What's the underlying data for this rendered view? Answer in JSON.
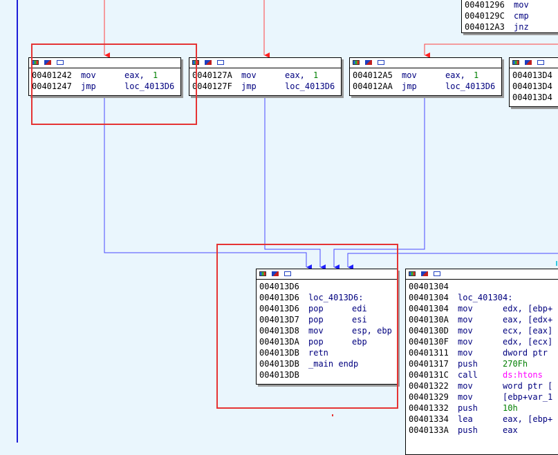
{
  "blocks": {
    "top_right": {
      "rows": [
        {
          "addr": "00401296",
          "mnem": "mov",
          "ops": ""
        },
        {
          "addr": "0040129C",
          "mnem": "cmp",
          "ops": ""
        },
        {
          "addr": "004012A3",
          "mnem": "jnz",
          "ops": ""
        }
      ]
    },
    "b1": {
      "rows": [
        {
          "addr": "00401242",
          "mnem": "mov",
          "op1": "eax,",
          "op2": "1"
        },
        {
          "addr": "00401247",
          "mnem": "jmp",
          "op1": "loc_4013D6",
          "op2": ""
        }
      ]
    },
    "b2": {
      "rows": [
        {
          "addr": "0040127A",
          "mnem": "mov",
          "op1": "eax,",
          "op2": "1"
        },
        {
          "addr": "0040127F",
          "mnem": "jmp",
          "op1": "loc_4013D6",
          "op2": ""
        }
      ]
    },
    "b3": {
      "rows": [
        {
          "addr": "004012A5",
          "mnem": "mov",
          "op1": "eax,",
          "op2": "1"
        },
        {
          "addr": "004012AA",
          "mnem": "jmp",
          "op1": "loc_4013D6",
          "op2": ""
        }
      ]
    },
    "b4": {
      "rows": [
        {
          "addr": "004013D4"
        },
        {
          "addr": "004013D4"
        },
        {
          "addr": "004013D4"
        }
      ]
    },
    "target": {
      "rows": [
        {
          "addr": "004013D6",
          "mnem": "",
          "ops": ""
        },
        {
          "addr": "004013D6",
          "mnem": "loc_4013D6:",
          "ops": ""
        },
        {
          "addr": "004013D6",
          "mnem": "pop",
          "ops": "edi"
        },
        {
          "addr": "004013D7",
          "mnem": "pop",
          "ops": "esi"
        },
        {
          "addr": "004013D8",
          "mnem": "mov",
          "ops": "esp, ebp"
        },
        {
          "addr": "004013DA",
          "mnem": "pop",
          "ops": "ebp"
        },
        {
          "addr": "004013DB",
          "mnem": "retn",
          "ops": ""
        },
        {
          "addr": "004013DB",
          "mnem": "_main endp",
          "ops": ""
        },
        {
          "addr": "004013DB",
          "mnem": "",
          "ops": ""
        }
      ]
    },
    "right": {
      "rows": [
        {
          "addr": "00401304",
          "mnem": "",
          "ops": ""
        },
        {
          "addr": "00401304",
          "mnem": "loc_401304:",
          "ops": ""
        },
        {
          "addr": "00401304",
          "mnem": "mov",
          "ops": "edx, [ebp+"
        },
        {
          "addr": "0040130A",
          "mnem": "mov",
          "ops": "eax, [edx+"
        },
        {
          "addr": "0040130D",
          "mnem": "mov",
          "ops": "ecx, [eax]"
        },
        {
          "addr": "0040130F",
          "mnem": "mov",
          "ops": "edx, [ecx]"
        },
        {
          "addr": "00401311",
          "mnem": "mov",
          "ops": "dword ptr"
        },
        {
          "addr": "00401317",
          "mnem": "push",
          "ops": "270Fh"
        },
        {
          "addr": "0040131C",
          "mnem": "call",
          "ops": "ds:htons"
        },
        {
          "addr": "00401322",
          "mnem": "mov",
          "ops": "word ptr ["
        },
        {
          "addr": "00401329",
          "mnem": "mov",
          "ops": "[ebp+var_1"
        },
        {
          "addr": "00401332",
          "mnem": "push",
          "ops": "10h"
        },
        {
          "addr": "00401334",
          "mnem": "lea",
          "ops": "eax, [ebp+"
        },
        {
          "addr": "0040133A",
          "mnem": "push",
          "ops": "eax"
        }
      ]
    }
  },
  "colors": {
    "background": "#eaf6fd",
    "edge_true": "#ff4040",
    "edge_flow": "#4040ff",
    "highlight": "#e53333",
    "mnemonic": "#00007f",
    "number": "#007f00",
    "api": "#ff00ff"
  }
}
